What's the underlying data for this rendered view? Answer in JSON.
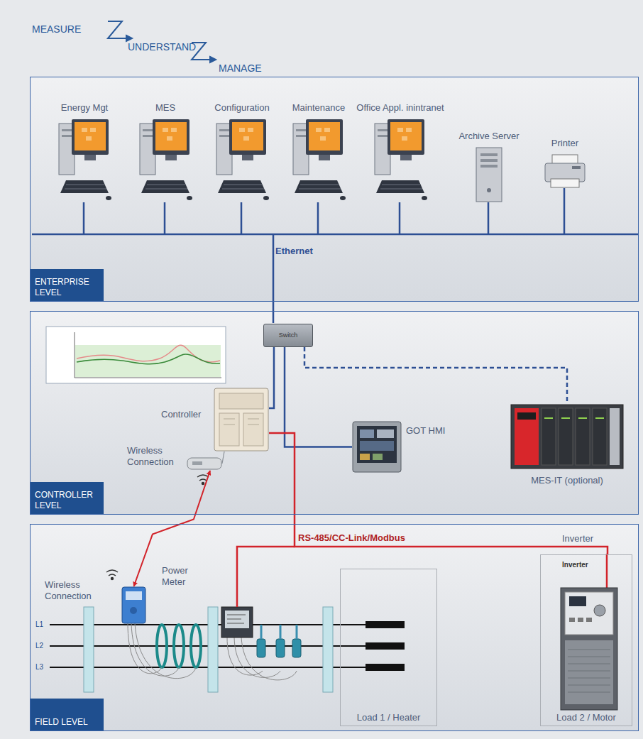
{
  "diagram": {
    "nodes": [
      {
        "text": [
          "ENTERPRISE LEVEL"
        ]
      },
      {
        "text": [
          "Energy Mgt"
        ],
        "in": 0
      },
      {
        "text": [
          "MES"
        ],
        "in": 0
      },
      {
        "text": [
          "Configuration"
        ],
        "in": 0
      },
      {
        "text": [
          "Maintenance"
        ],
        "in": 0
      },
      {
        "text": [
          "Office Appl. inintranet"
        ],
        "in": 0
      },
      {
        "text": [
          "Archive Server"
        ],
        "in": 0
      },
      {
        "text": [
          "Printer"
        ],
        "in": 0
      },
      {
        "text": [
          "CONTROLLER LEVEL"
        ]
      },
      {
        "text": [
          "Switch"
        ],
        "in": 8
      },
      {
        "text": [
          "Controller"
        ],
        "in": 8
      },
      {
        "text": [
          "Wireless Connection"
        ],
        "in": 8
      },
      {
        "text": [
          "GOT HMI"
        ],
        "in": 8
      },
      {
        "text": [
          "MES-IT (optional)"
        ],
        "in": 8
      },
      {
        "text": [
          "FIELD LEVEL"
        ]
      },
      {
        "text": [
          "Wireless Connection"
        ],
        "in": 14
      },
      {
        "text": [
          "Load 1 / Heater"
        ],
        "in": 14
      },
      {
        "text": [
          "Inverter",
          "Inverter",
          "Load 2 / Motor"
        ],
        "in": 14
      }
    ],
    "edges": [
      {
        "from": 9,
        "to": 10,
        "arrow": "none"
      },
      {
        "from": 9,
        "to": 12,
        "arrow": "none"
      },
      {
        "from": 9,
        "to": 13,
        "arrow": "none"
      },
      {
        "from": 10,
        "to": 11,
        "arrow": "none"
      },
      {
        "from": 11,
        "to": 15,
        "arrow": "both"
      },
      {
        "from": 10,
        "to": 17,
        "label": "RS-485/CC-Link/Modbus",
        "arrow": "none"
      }
    ],
    "labels": [
      "MEASURE",
      "UNDERSTAND",
      "MANAGE",
      "Ethernet",
      "Power Meter",
      "L1",
      "L2",
      "L3"
    ]
  }
}
